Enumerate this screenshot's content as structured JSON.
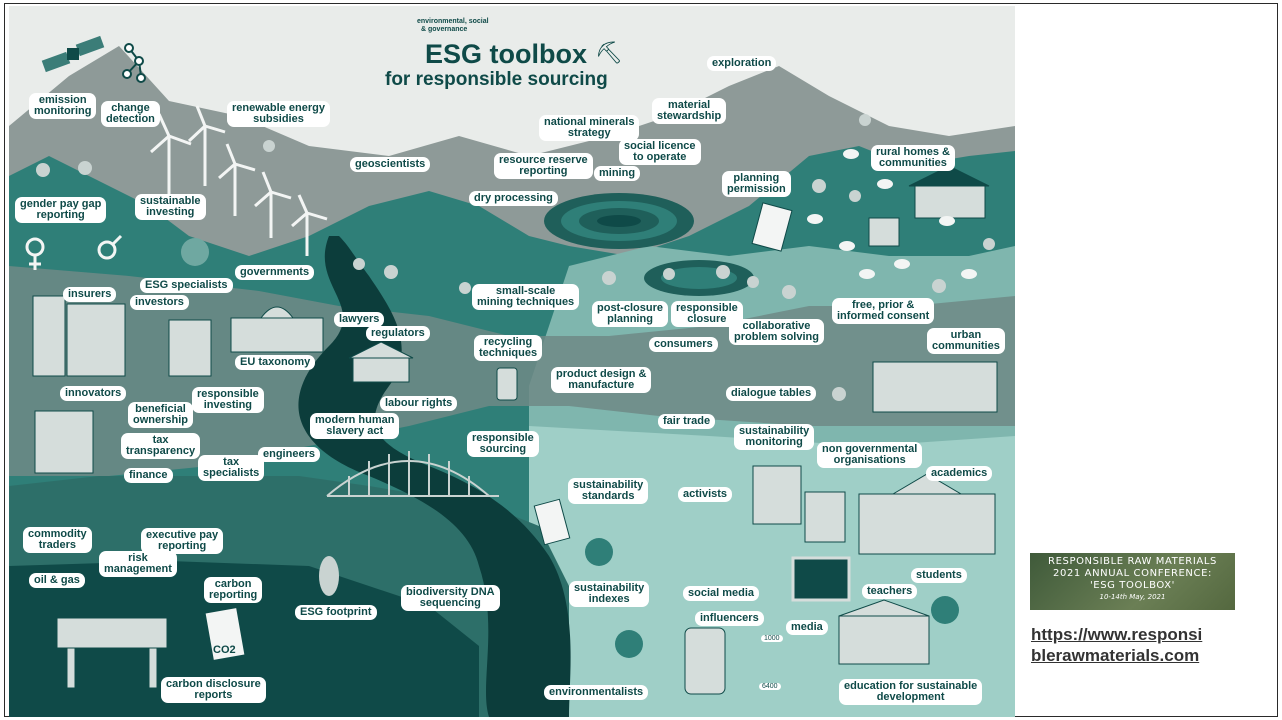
{
  "poster": {
    "tagline_1": "environmental, social",
    "tagline_2": "& governance",
    "title": "ESG toolbox",
    "subtitle": "for responsible sourcing",
    "labels": {
      "emission_monitoring": "emission\nmonitoring",
      "change_detection": "change\ndetection",
      "renewable_energy_subsidies": "renewable energy\nsubsidies",
      "gender_pay_gap": "gender pay gap\nreporting",
      "sustainable_investing": "sustainable\ninvesting",
      "geoscientists": "geoscientists",
      "national_minerals_strategy": "national minerals\nstrategy",
      "material_stewardship": "material\nstewardship",
      "exploration": "exploration",
      "resource_reserve": "resource reserve\nreporting",
      "social_licence": "social licence\nto operate",
      "mining": "mining",
      "dry_processing": "dry processing",
      "planning_permission": "planning\npermission",
      "rural_homes": "rural homes &\ncommunities",
      "governments": "governments",
      "esg_specialists": "ESG specialists",
      "insurers": "insurers",
      "investors": "investors",
      "small_scale_mining": "small-scale\nmining techniques",
      "post_closure": "post-closure\nplanning",
      "responsible_closure": "responsible\nclosure",
      "fpic": "free, prior &\ninformed consent",
      "lawyers": "lawyers",
      "regulators": "regulators",
      "eu_taxonomy": "EU taxonomy",
      "collaborative": "collaborative\nproblem solving",
      "urban_communities": "urban\ncommunities",
      "recycling_techniques": "recycling\ntechniques",
      "consumers": "consumers",
      "product_design": "product design &\nmanufacture",
      "innovators": "innovators",
      "responsible_investing": "responsible\ninvesting",
      "dialogue_tables": "dialogue tables",
      "beneficial_ownership": "beneficial\nownership",
      "labour_rights": "labour rights",
      "modern_slavery": "modern human\nslavery act",
      "fair_trade": "fair trade",
      "responsible_sourcing": "responsible\nsourcing",
      "tax_transparency": "tax\ntransparency",
      "sustainability_monitoring": "sustainability\nmonitoring",
      "ngo": "non governmental\norganisations",
      "engineers": "engineers",
      "finance": "finance",
      "tax_specialists": "tax\nspecialists",
      "academics": "academics",
      "sustainability_standards": "sustainability\nstandards",
      "activists": "activists",
      "commodity_traders": "commodity\ntraders",
      "executive_pay": "executive pay\nreporting",
      "risk_management": "risk\nmanagement",
      "oil_gas": "oil & gas",
      "carbon_reporting": "carbon\nreporting",
      "esg_footprint": "ESG footprint",
      "biodiversity_dna": "biodiversity DNA\nsequencing",
      "sustainability_indexes": "sustainability\nindexes",
      "social_media": "social media",
      "students": "students",
      "teachers": "teachers",
      "influencers": "influencers",
      "media": "media",
      "carbon_disclosure": "carbon disclosure\nreports",
      "environmentalists": "environmentalists",
      "education": "education for sustainable\ndevelopment",
      "co2": "CO2",
      "likes_1": "1000",
      "likes_2": "6400"
    }
  },
  "conference": {
    "line1": "RESPONSIBLE RAW MATERIALS",
    "line2": "2021 ANNUAL CONFERENCE:",
    "line3": "'ESG TOOLBOX'",
    "line4": "10-14th May, 2021"
  },
  "link": {
    "url": "https://www.responsiblerawmaterials.com",
    "line1": "https://www.responsi",
    "line2": "blerawmaterials.com"
  },
  "colors": {
    "dark_teal": "#0f4a48",
    "mid_teal": "#2f7f78",
    "light_teal": "#8fc4bd",
    "grey_hill": "#8e9a98",
    "sky": "#e9ecea"
  }
}
